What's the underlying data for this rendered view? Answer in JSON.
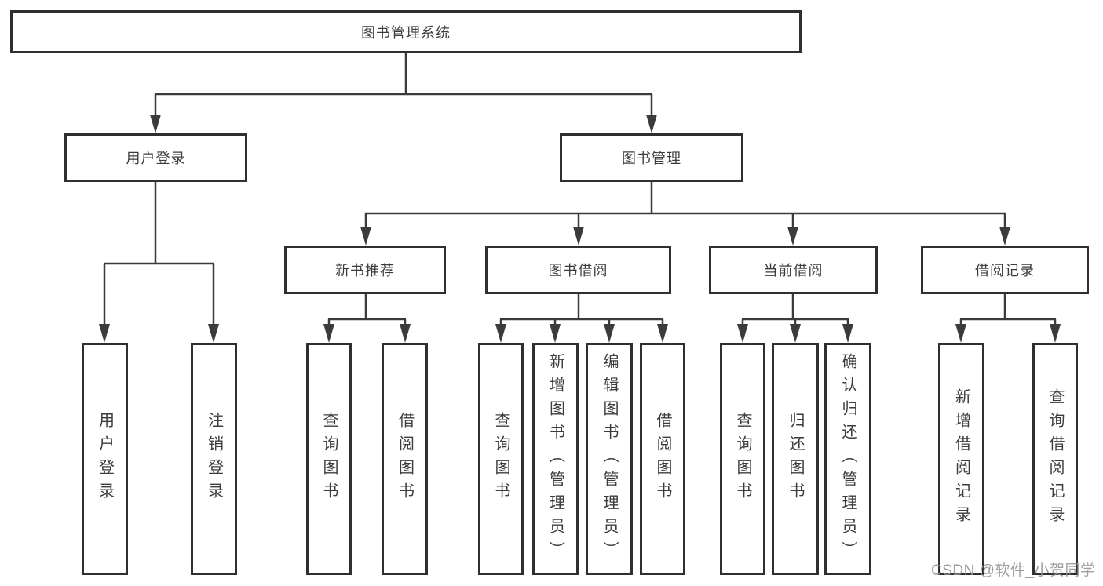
{
  "diagram": {
    "root": {
      "label": "图书管理系统"
    },
    "level2": [
      {
        "label": "用户登录"
      },
      {
        "label": "图书管理"
      }
    ],
    "level3": [
      {
        "label": "新书推荐",
        "parent": "图书管理"
      },
      {
        "label": "图书借阅",
        "parent": "图书管理"
      },
      {
        "label": "当前借阅",
        "parent": "图书管理"
      },
      {
        "label": "借阅记录",
        "parent": "图书管理"
      }
    ],
    "leaves": [
      {
        "label": "用户登录",
        "parent": "用户登录"
      },
      {
        "label": "注销登录",
        "parent": "用户登录"
      },
      {
        "label": "查询图书",
        "parent": "新书推荐"
      },
      {
        "label": "借阅图书",
        "parent": "新书推荐"
      },
      {
        "label": "查询图书",
        "parent": "图书借阅"
      },
      {
        "label": "新增图书（管理员）",
        "parent": "图书借阅"
      },
      {
        "label": "编辑图书（管理员）",
        "parent": "图书借阅"
      },
      {
        "label": "借阅图书",
        "parent": "图书借阅"
      },
      {
        "label": "查询图书",
        "parent": "当前借阅"
      },
      {
        "label": "归还图书",
        "parent": "当前借阅"
      },
      {
        "label": "确认归还（管理员）",
        "parent": "当前借阅"
      },
      {
        "label": "新增借阅记录",
        "parent": "借阅记录"
      },
      {
        "label": "查询借阅记录",
        "parent": "借阅记录"
      }
    ]
  },
  "watermark": "CSDN @软件_小贺同学",
  "colors": {
    "line": "#3b3b3b",
    "border": "#2f2f2f",
    "text": "#3c3c3c",
    "watermark": "#949494",
    "background": "#ffffff"
  }
}
